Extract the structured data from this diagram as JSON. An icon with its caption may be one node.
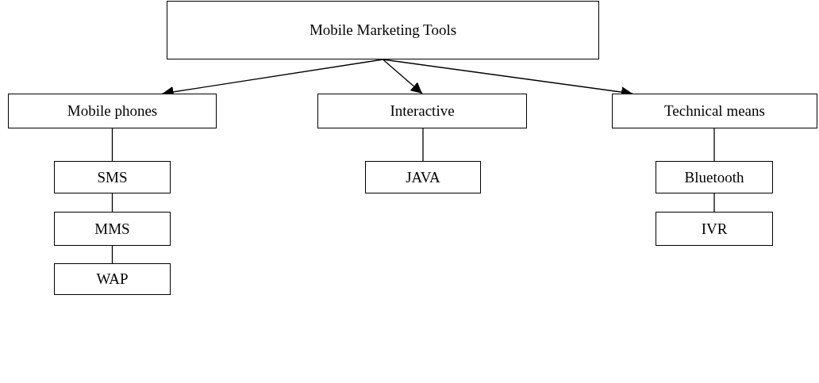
{
  "diagram": {
    "nodes": [
      {
        "text": [
          "Mobile Marketing Tools"
        ]
      },
      {
        "text": [
          "Mobile phones"
        ]
      },
      {
        "text": [
          "Interactive"
        ]
      },
      {
        "text": [
          "Technical means"
        ]
      },
      {
        "text": [
          "SMS"
        ]
      },
      {
        "text": [
          "MMS"
        ]
      },
      {
        "text": [
          "WAP"
        ]
      },
      {
        "text": [
          "JAVA"
        ]
      },
      {
        "text": [
          "Bluetooth"
        ]
      },
      {
        "text": [
          "IVR"
        ]
      }
    ],
    "edges": [
      {
        "from": 0,
        "to": 1,
        "arrow": "to"
      },
      {
        "from": 0,
        "to": 2,
        "arrow": "to"
      },
      {
        "from": 0,
        "to": 3,
        "arrow": "to"
      },
      {
        "from": 1,
        "to": 4,
        "arrow": "none"
      },
      {
        "from": 4,
        "to": 5,
        "arrow": "none"
      },
      {
        "from": 5,
        "to": 6,
        "arrow": "none"
      },
      {
        "from": 2,
        "to": 7,
        "arrow": "none"
      },
      {
        "from": 3,
        "to": 8,
        "arrow": "none"
      },
      {
        "from": 8,
        "to": 9,
        "arrow": "none"
      }
    ]
  }
}
